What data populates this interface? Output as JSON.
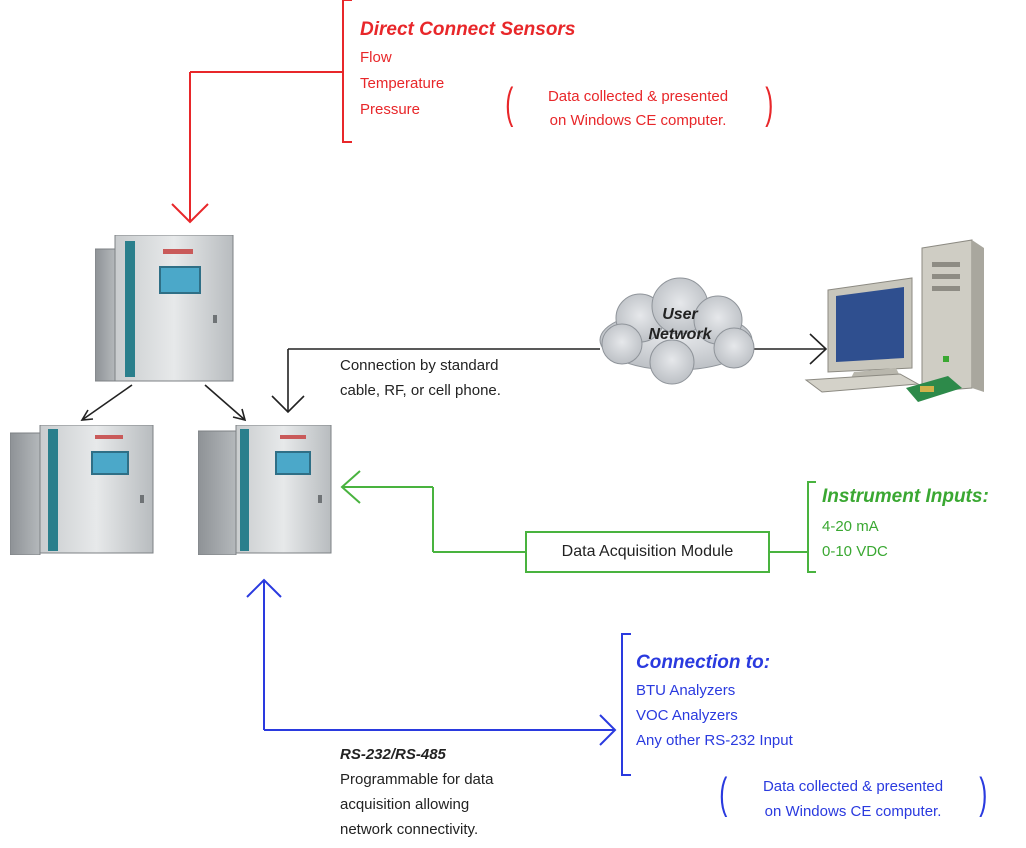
{
  "sensors": {
    "title": "Direct Connect Sensors",
    "items": [
      "Flow",
      "Temperature",
      "Pressure"
    ],
    "note_line1": "Data collected & presented",
    "note_line2": "on Windows CE computer."
  },
  "network": {
    "cloud_line1": "User",
    "cloud_line2": "Network",
    "connection_line1": "Connection by standard",
    "connection_line2": "cable, RF, or cell phone."
  },
  "daq": {
    "module_label": "Data Acquisition Module",
    "inputs_title": "Instrument Inputs:",
    "inputs": [
      "4-20 mA",
      "0-10 VDC"
    ]
  },
  "serial": {
    "protocol": "RS-232/RS-485",
    "desc_lines": [
      "Programmable for data",
      "acquisition allowing",
      "network connectivity."
    ],
    "connect_title": "Connection to:",
    "connect_items": [
      "BTU Analyzers",
      "VOC Analyzers",
      "Any other RS-232 Input"
    ],
    "note_line1": "Data collected & presented",
    "note_line2": "on Windows CE computer."
  },
  "colors": {
    "red": "#e8272a",
    "green": "#3aa832",
    "blue": "#2a3adf",
    "cabinet_accent": "#2a7f8c"
  }
}
